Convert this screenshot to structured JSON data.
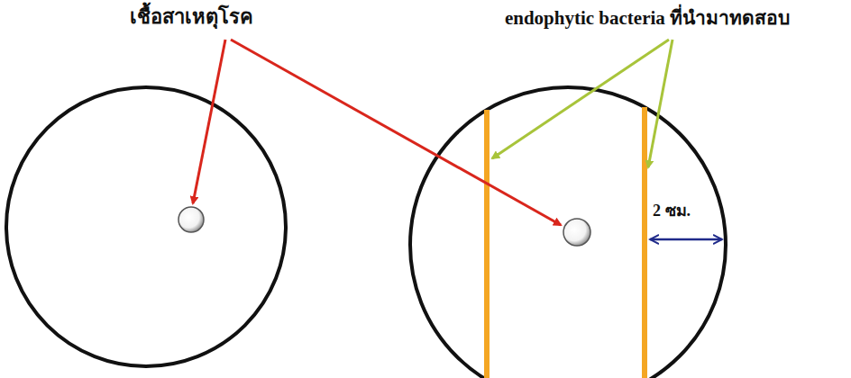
{
  "diagram": {
    "labels": [
      "เชื้อสาเหตุโรค",
      "endophytic bacteria ที่นำมาทดสอบ",
      "2 ซม."
    ]
  }
}
